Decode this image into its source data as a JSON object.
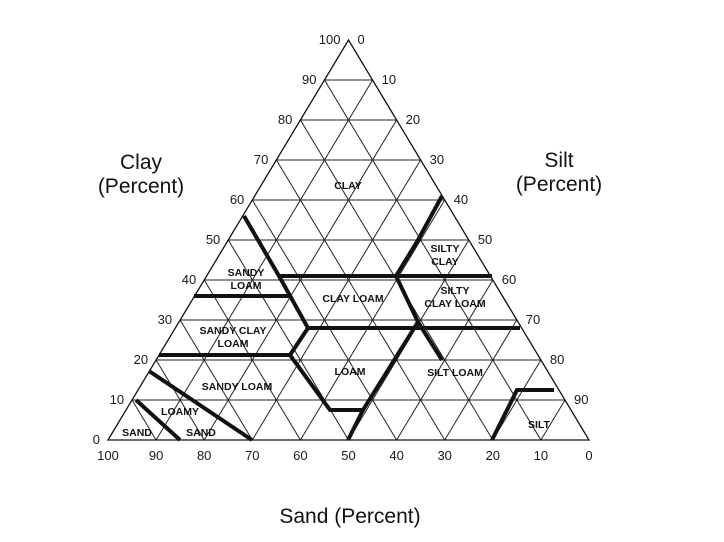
{
  "axes": {
    "clay": {
      "title_line1": "Clay",
      "title_line2": "(Percent)",
      "ticks": [
        "0",
        "10",
        "20",
        "30",
        "40",
        "50",
        "60",
        "70",
        "80",
        "90",
        "100"
      ]
    },
    "silt": {
      "title_line1": "Silt",
      "title_line2": "(Percent)",
      "ticks": [
        "0",
        "10",
        "20",
        "30",
        "40",
        "50",
        "60",
        "70",
        "80",
        "90"
      ]
    },
    "sand": {
      "title": "Sand (Percent)",
      "ticks": [
        "100",
        "90",
        "80",
        "70",
        "60",
        "50",
        "40",
        "30",
        "20",
        "10",
        "0"
      ]
    }
  },
  "regions": [
    {
      "lines": [
        "CLAY"
      ]
    },
    {
      "lines": [
        "SILTY",
        "CLAY"
      ]
    },
    {
      "lines": [
        "SANDY",
        "LOAM"
      ]
    },
    {
      "lines": [
        "CLAY LOAM"
      ]
    },
    {
      "lines": [
        "SILTY",
        "CLAY LOAM"
      ]
    },
    {
      "lines": [
        "SANDY CLAY",
        "LOAM"
      ]
    },
    {
      "lines": [
        "LOAM"
      ]
    },
    {
      "lines": [
        "SILT LOAM"
      ]
    },
    {
      "lines": [
        "SANDY LOAM"
      ]
    },
    {
      "lines": [
        "LOAMY"
      ]
    },
    {
      "lines": [
        "SAND"
      ]
    },
    {
      "lines": [
        "SAND"
      ]
    },
    {
      "lines": [
        "SILT"
      ]
    }
  ],
  "colors": {
    "ink": "#111111",
    "background": "#ffffff"
  }
}
